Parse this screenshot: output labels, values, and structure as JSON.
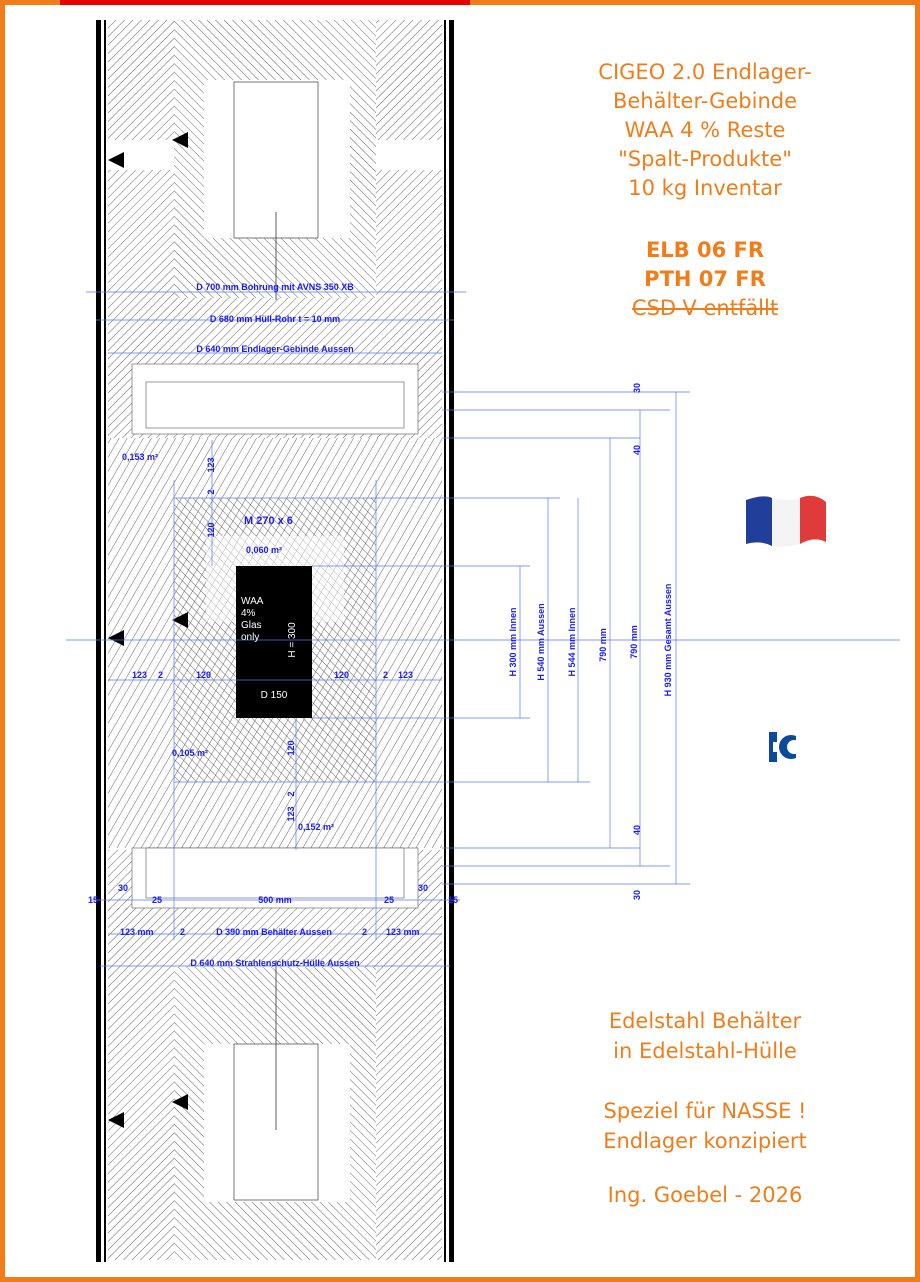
{
  "title_lines": [
    "CIGEO 2.0 Endlager-",
    "Behälter-Gebinde",
    "WAA 4 % Reste",
    "\"Spalt-Produkte\"",
    "10 kg Inventar"
  ],
  "codes": {
    "line1": "ELB 06 FR",
    "line2": "PTH 07 FR",
    "line3_struck": "CSD-V entfällt"
  },
  "notes": {
    "line1": "Edelstahl Behälter",
    "line2": "in Edelstahl-Hülle",
    "line3": "Speziel für NASSE !",
    "line4": "Endlager konzipiert",
    "author": "Ing. Goebel - 2026"
  },
  "labels": {
    "bore": "D 700 mm Bohrung mit AVNS 350 XB",
    "tube": "D 680 mm Hüll-Rohr t = 10 mm",
    "package": "D 640 mm Endlager-Gebinde Aussen",
    "thread": "M 270 x 6",
    "area_0153": "0,153 m²",
    "area_0060": "0,060 m²",
    "area_0105": "0,105 m²",
    "area_0152": "0,152 m²",
    "core_text_1": "WAA",
    "core_text_2": "4%",
    "core_text_3": "Glas",
    "core_text_4": "only",
    "core_h": "H = 300",
    "core_d": "D 150",
    "dim_123a": "123",
    "dim_2a": "2",
    "dim_120a": "120",
    "dim_120b": "120",
    "dim_2b": "2",
    "dim_123b": "123",
    "v_123": "123",
    "v_2": "2",
    "v_120": "120",
    "v_120b": "120",
    "v_2b": "2",
    "v_123b": "123",
    "b_15a": "15",
    "b_30a": "30",
    "b_25a": "25",
    "b_500": "500 mm",
    "b_25b": "25",
    "b_30b": "30",
    "b_15b": "15",
    "b_123a": "123 mm",
    "b_2a": "2",
    "b_container": "D 390 mm Behälter  Aussen",
    "b_2b": "2",
    "b_123b": "123 mm",
    "b_shield": "D 640 mm Strahlenschutz-Hülle Aussen",
    "r_30a": "30",
    "r_40a": "40",
    "r_40b": "40",
    "r_30b": "30",
    "r_h300": "H 300 mm Innen",
    "r_h540": "H 540 mm Aussen",
    "r_h544": "H 544 mm Innen",
    "r_790a": "790 mm",
    "r_790b": "790 mm",
    "r_h930": "H 930 mm Gesamt Aussen"
  },
  "colors": {
    "accent": "#f07d1a",
    "topbar": "#e60000",
    "dimension": "#1a1aff",
    "hatch": "#555555",
    "core": "#000000"
  },
  "icons": {
    "flag": "france-flag-icon",
    "logo": "company-logo-icon"
  }
}
